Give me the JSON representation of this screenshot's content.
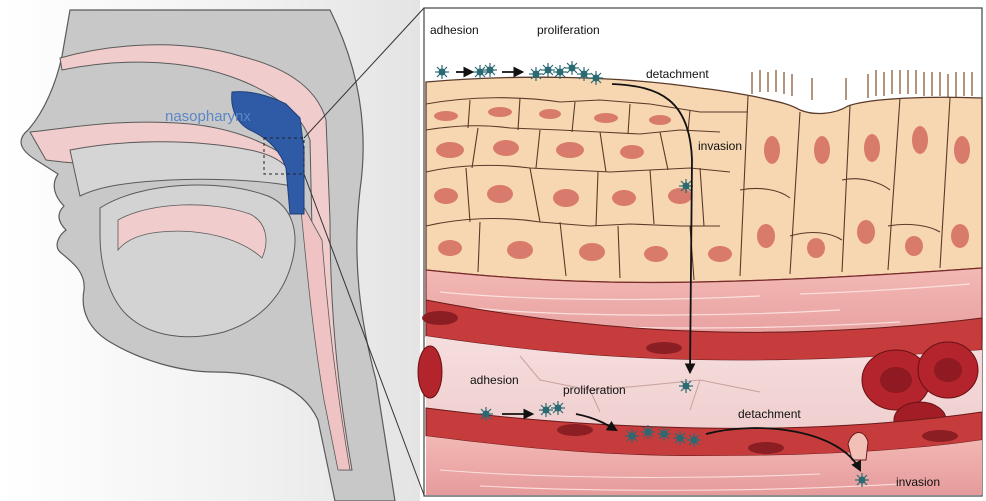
{
  "colors": {
    "head_gray": "#c8c8c8",
    "mucosa_pink": "#f1cccc",
    "nasopharynx_blue": "#2f5aa6",
    "epithelium_cell": "#f7d7b2",
    "cell_nucleus": "#d97b6c",
    "connective_tissue": "#e8a3a3",
    "vessel_wall": "#c63c3c",
    "red_blood_cell": "#b3242c",
    "bacteria": "#2b6a73"
  },
  "head_section": {
    "region_label": "nasopharynx"
  },
  "zoom_panel": {
    "epithelium_stage": {
      "adhesion": "adhesion",
      "proliferation": "proliferation",
      "detachment": "detachment",
      "invasion": "invasion"
    },
    "vessel_stage": {
      "adhesion": "adhesion",
      "proliferation": "proliferation",
      "detachment": "detachment",
      "invasion": "invasion"
    }
  },
  "icons": [
    "bacterium-icon",
    "arrow-icon"
  ]
}
